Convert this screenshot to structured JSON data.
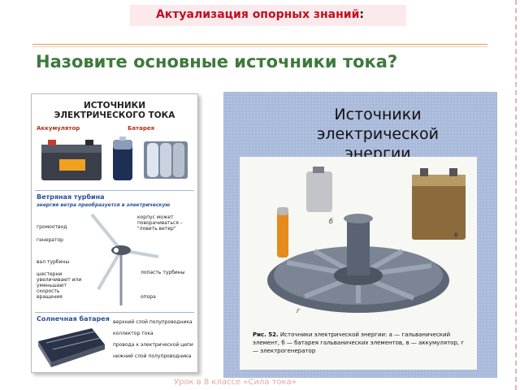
{
  "slide": {
    "top_title": "Актуализация опорных знаний",
    "top_title_colon": ":",
    "question": "Назовите основные источники тока?",
    "footer": "Урок в 8 классе «Сила тока»"
  },
  "poster": {
    "title_line1": "ИСТОЧНИКИ",
    "title_line2": "ЭЛЕКТРИЧЕСКОГО ТОКА",
    "battery_label": "Аккумулятор",
    "cell_label": "Батарея",
    "turbine_title": "Ветряная турбина",
    "turbine_subtitle": "энергия ветра преобразуется в электрическую",
    "callouts_left": [
      "громоотвод",
      "генератор",
      "вал турбины",
      "шестерни увеличивают или уменьшают скорость вращения"
    ],
    "callouts_right": [
      "корпус может поворачиваться – \"ловить ветер\"",
      "лопасть турбины",
      "опора"
    ],
    "solar_title": "Солнечная батарея",
    "solar_callouts": [
      "верхний слой полупроводника",
      "коллектор тока",
      "провода к электрической цепи",
      "нижний слой полупроводника"
    ]
  },
  "photo": {
    "title_line1": "Источники электрической",
    "title_line2": "энергии",
    "letters": [
      "а",
      "б",
      "в",
      "г"
    ],
    "caption_fig": "Рис. 52.",
    "caption_text": "Источники электрической энергии: а — гальванический элемент, б — батарея гальванических элементов, в — аккумулятор, г — электрогенератор"
  }
}
